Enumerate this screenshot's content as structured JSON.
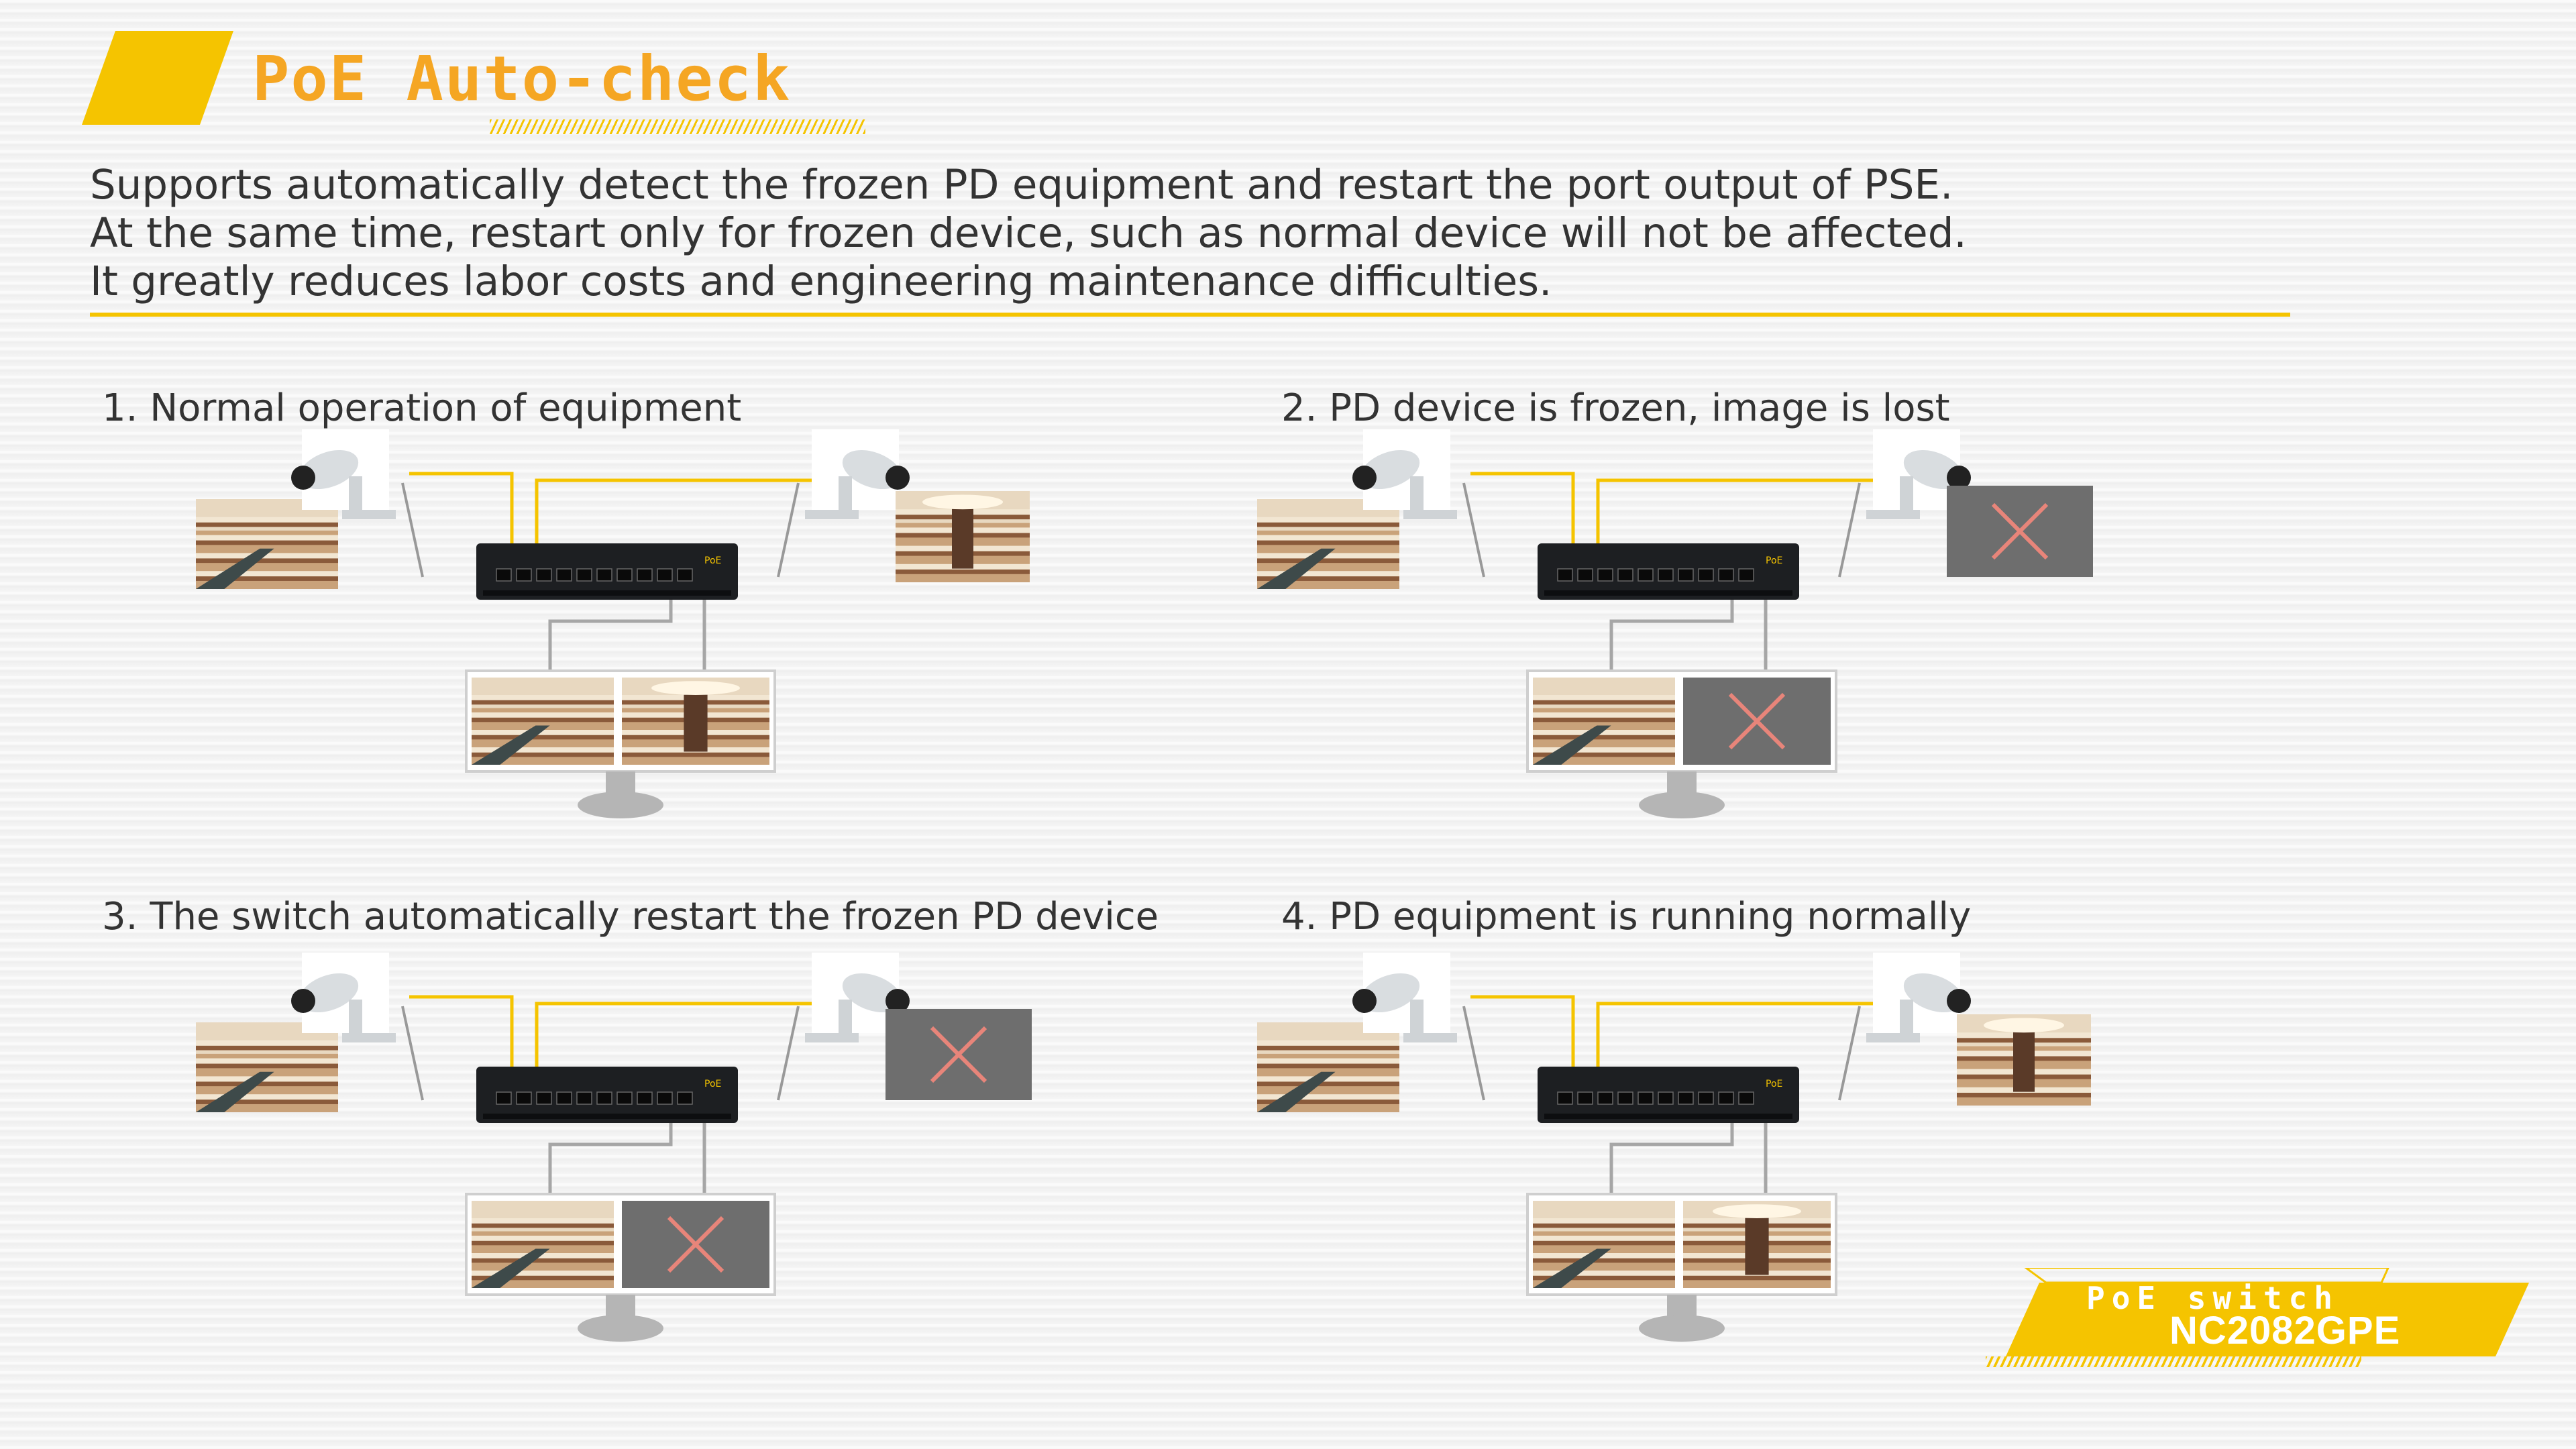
{
  "header": {
    "title": "PoE Auto-check",
    "accent_color": "#f5c400",
    "title_color": "#f5a623"
  },
  "intro": {
    "lines": [
      "Supports automatically detect the frozen PD equipment and restart the port output of PSE.",
      "At the same time, restart only for frozen device, such as normal device will not be affected.",
      "It greatly reduces labor costs and engineering maintenance difficulties."
    ]
  },
  "steps": [
    {
      "label": "1. Normal operation of equipment",
      "right_feed": "live",
      "monitor_right": "live"
    },
    {
      "label": "2. PD device is frozen, image is lost",
      "right_feed": "lost",
      "monitor_right": "lost"
    },
    {
      "label": "3. The switch automatically restart the frozen PD device",
      "right_feed": "lost",
      "monitor_right": "lost"
    },
    {
      "label": "4. PD equipment is running normally",
      "right_feed": "live",
      "monitor_right": "live"
    }
  ],
  "badge": {
    "line1": "PoE switch",
    "line2": "NC2082GPE"
  },
  "icons": {
    "camera": "security-camera-icon",
    "switch": "poe-switch-icon",
    "monitor": "monitor-icon",
    "lost": "x-mark-icon"
  },
  "colors": {
    "cable_yellow": "#f5c400",
    "cable_gray": "#a6a6a6",
    "lost_panel": "#6e6e6e",
    "lost_x": "#e8857a"
  }
}
